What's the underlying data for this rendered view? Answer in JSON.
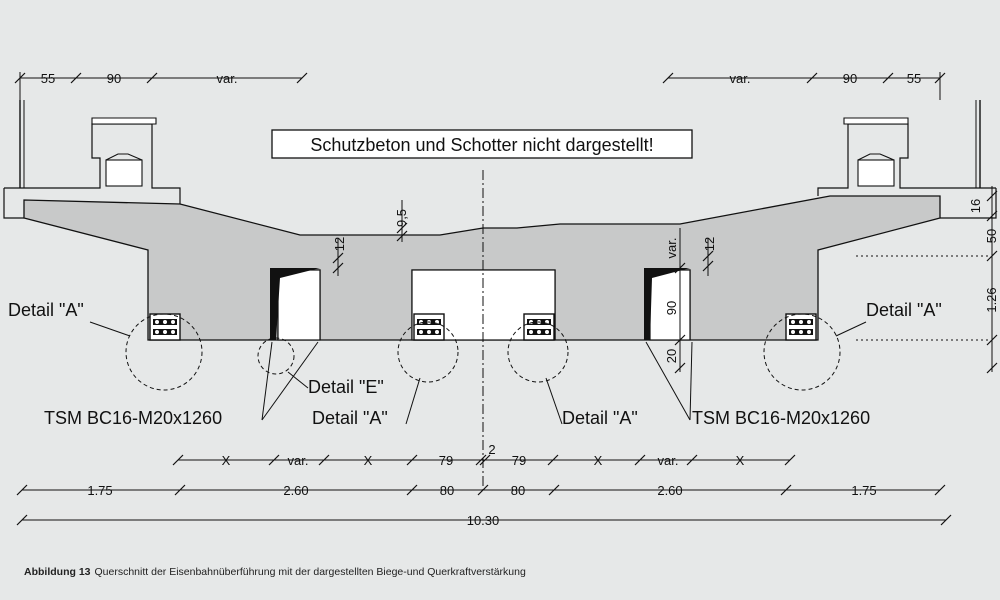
{
  "figure": {
    "notice": "Schutzbeton und Schotter nicht dargestellt!",
    "top_dimensions": {
      "left": [
        "55",
        "90",
        "var."
      ],
      "right": [
        "var.",
        "90",
        "55"
      ]
    },
    "labels": {
      "detail_a": "Detail \"A\"",
      "detail_e": "Detail \"E\"",
      "tsm": "TSM BC16-M20x1260"
    },
    "section_dimensions": {
      "top_left": "9,5",
      "web_left": "12",
      "web_right": "12",
      "var_vertical": "var.",
      "ninety_vertical": "90",
      "twenty_vertical": "20",
      "right_16": "16",
      "right_50": "50",
      "right_126": "1.26"
    },
    "bottom_row1": [
      "X",
      "var.",
      "X",
      "79",
      "2",
      "79",
      "X",
      "var.",
      "X"
    ],
    "bottom_row2": [
      "1.75",
      "2.60",
      "80",
      "80",
      "2.60",
      "1.75"
    ],
    "bottom_row3": "10.30"
  },
  "caption": {
    "label": "Abbildung 13",
    "text": "Querschnitt der Eisenbahnüberführung mit der dargestellten Biege-und Querkraftverstärkung"
  }
}
